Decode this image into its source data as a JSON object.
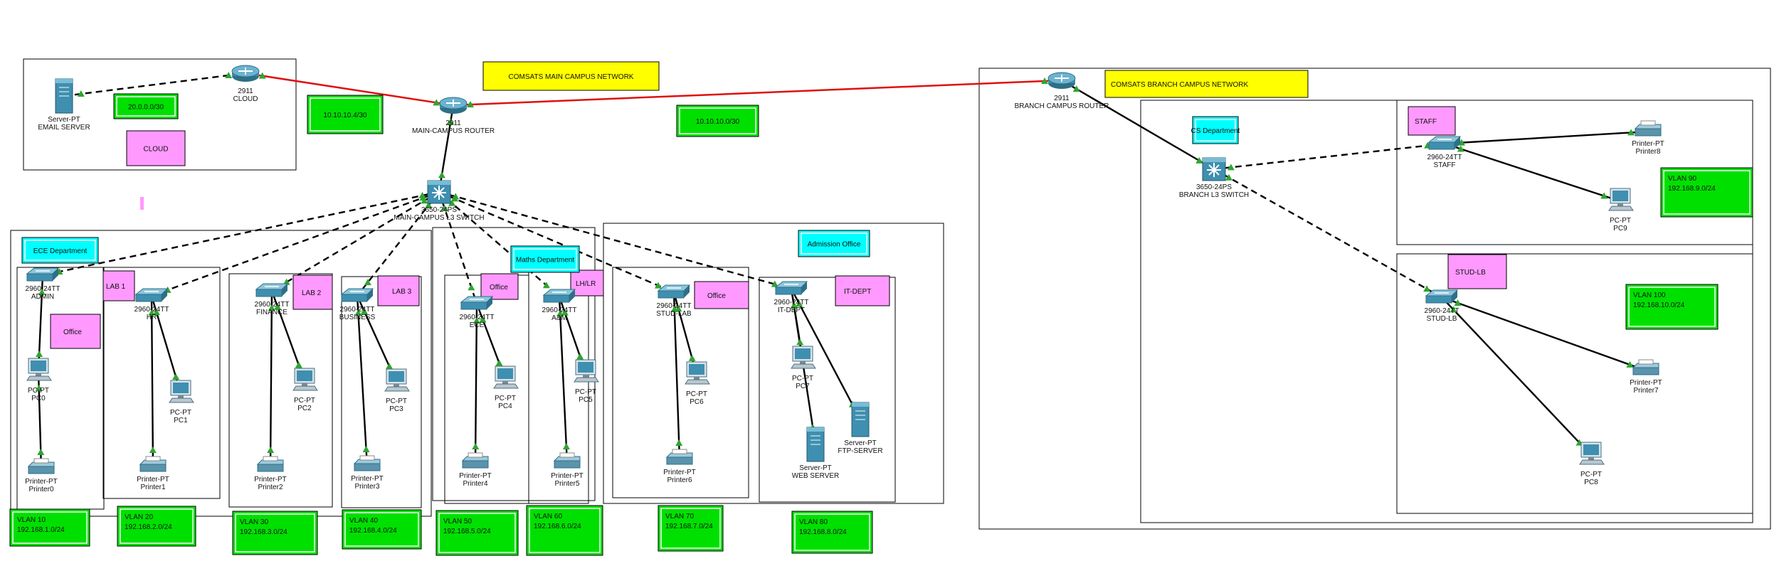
{
  "colors": {
    "wan_link": "#e01010",
    "lan_link": "#000000",
    "port_up": "#2fa52f",
    "vlan_note_bg": "#00e000",
    "vlan_note_inner": "#ffffff",
    "title_note_bg": "#ffff00",
    "pink_note_bg": "#ff99ff",
    "cyan_note_bg": "#00ffff",
    "device": "#3d8aa8"
  },
  "notes": {
    "main_title": "COMSATS MAIN CAMPUS NETWORK",
    "branch_title": "COMSATS  BRANCH CAMPUS NETWORK",
    "cloud_label": "CLOUD",
    "ece_dept": "ECE Department",
    "maths_dept": "Maths Department",
    "admission": "Admission Office",
    "cs_dept": "CS Department",
    "net_cloud": "20.0.0.0/30",
    "net_main": "10.10.10.4/30",
    "net_branch": "10.10.10.0/30",
    "office": "Office",
    "lab1": "LAB 1",
    "lab2": "LAB 2",
    "lab3": "LAB 3",
    "lhlr": "LH/LR",
    "itdept": "IT-DEPT",
    "staff": "STAFF",
    "studlb": "STUD-LB"
  },
  "vlans": [
    {
      "name": "VLAN 10",
      "net": "192.168.1.0/24"
    },
    {
      "name": "VLAN 20",
      "net": "192.168.2.0/24"
    },
    {
      "name": "VLAN 30",
      "net": "192.168.3.0/24"
    },
    {
      "name": "VLAN 40",
      "net": "192.168.4.0/24"
    },
    {
      "name": "VLAN 50",
      "net": "192.168.5.0/24"
    },
    {
      "name": "VLAN 60",
      "net": "192.168.6.0/24"
    },
    {
      "name": "VLAN 70",
      "net": "192.168.7.0/24"
    },
    {
      "name": "VLAN 80",
      "net": "192.168.8.0/24"
    },
    {
      "name": "VLAN 90",
      "net": "192.168.9.0/24"
    },
    {
      "name": "VLAN 100",
      "net": "192.168.10.0/24"
    }
  ],
  "devices": {
    "cloud_router": {
      "model": "2911",
      "name": "CLOUD"
    },
    "email_server": {
      "model": "Server-PT",
      "name": "EMAIL SERVER"
    },
    "main_router": {
      "model": "2911",
      "name": "MAIN-CAMPUS ROUTER"
    },
    "main_l3": {
      "model": "3650-24PS",
      "name": "MAIN-CAMPUS L3 SWITCH"
    },
    "branch_router": {
      "model": "2911",
      "name": "BRANCH CAMPUS ROUTER"
    },
    "branch_l3": {
      "model": "3650-24PS",
      "name": "BRANCH L3 SWITCH"
    },
    "sw_admin": {
      "model": "2960-24TT",
      "name": "ADMIN"
    },
    "sw_hr": {
      "model": "2960-24TT",
      "name": "HR"
    },
    "sw_finance": {
      "model": "2960-24TT",
      "name": "FINANCE"
    },
    "sw_business": {
      "model": "2960-24TT",
      "name": "BUSINESS"
    },
    "sw_ece": {
      "model": "2960-24TT",
      "name": "ECE"
    },
    "sw_am": {
      "model": "2960-24TT",
      "name": "A&M"
    },
    "sw_studlab": {
      "model": "2960-24TT",
      "name": "STUD-LAB"
    },
    "sw_itdept": {
      "model": "2960-24TT",
      "name": "IT-DEPT"
    },
    "sw_staff": {
      "model": "2960-24TT",
      "name": "STAFF"
    },
    "sw_studlb": {
      "model": "2960-24TT",
      "name": "STUD-LB"
    },
    "pc0": {
      "model": "PC-PT",
      "name": "PC0"
    },
    "pc1": {
      "model": "PC-PT",
      "name": "PC1"
    },
    "pc2": {
      "model": "PC-PT",
      "name": "PC2"
    },
    "pc3": {
      "model": "PC-PT",
      "name": "PC3"
    },
    "pc4": {
      "model": "PC-PT",
      "name": "PC4"
    },
    "pc5": {
      "model": "PC-PT",
      "name": "PC5"
    },
    "pc6": {
      "model": "PC-PT",
      "name": "PC6"
    },
    "pc7": {
      "model": "PC-PT",
      "name": "PC7"
    },
    "pc8": {
      "model": "PC-PT",
      "name": "PC8"
    },
    "pc9": {
      "model": "PC-PT",
      "name": "PC9"
    },
    "printer0": {
      "model": "Printer-PT",
      "name": "Printer0"
    },
    "printer1": {
      "model": "Printer-PT",
      "name": "Printer1"
    },
    "printer2": {
      "model": "Printer-PT",
      "name": "Printer2"
    },
    "printer3": {
      "model": "Printer-PT",
      "name": "Printer3"
    },
    "printer4": {
      "model": "Printer-PT",
      "name": "Printer4"
    },
    "printer5": {
      "model": "Printer-PT",
      "name": "Printer5"
    },
    "printer6": {
      "model": "Printer-PT",
      "name": "Printer6"
    },
    "printer7": {
      "model": "Printer-PT",
      "name": "Printer7"
    },
    "printer8": {
      "model": "Printer-PT",
      "name": "Printer8"
    },
    "web_server": {
      "model": "Server-PT",
      "name": "WEB SERVER"
    },
    "ftp_server": {
      "model": "Server-PT",
      "name": "FTP-SERVER"
    }
  }
}
